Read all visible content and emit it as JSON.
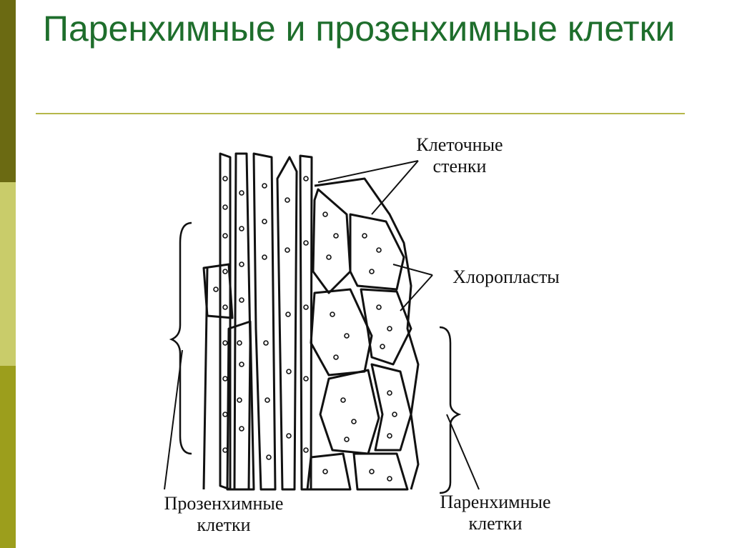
{
  "slide": {
    "title": "Паренхимные и прозенхимные клетки"
  },
  "diagram": {
    "labels": {
      "cell_walls_line1": "Клеточные",
      "cell_walls_line2": "стенки",
      "chloroplasts": "Хлоропласты",
      "prosenchyma_line1": "Прозенхимные",
      "prosenchyma_line2": "клетки",
      "parenchyma_line1": "Паренхимные",
      "parenchyma_line2": "клетки"
    }
  },
  "colors": {
    "title": "#1e6e2c",
    "strip_dark": "#6b6a12",
    "strip_light": "#c9cc6a",
    "strip_mid": "#9c9e1c",
    "rule": "#b5b74a"
  }
}
